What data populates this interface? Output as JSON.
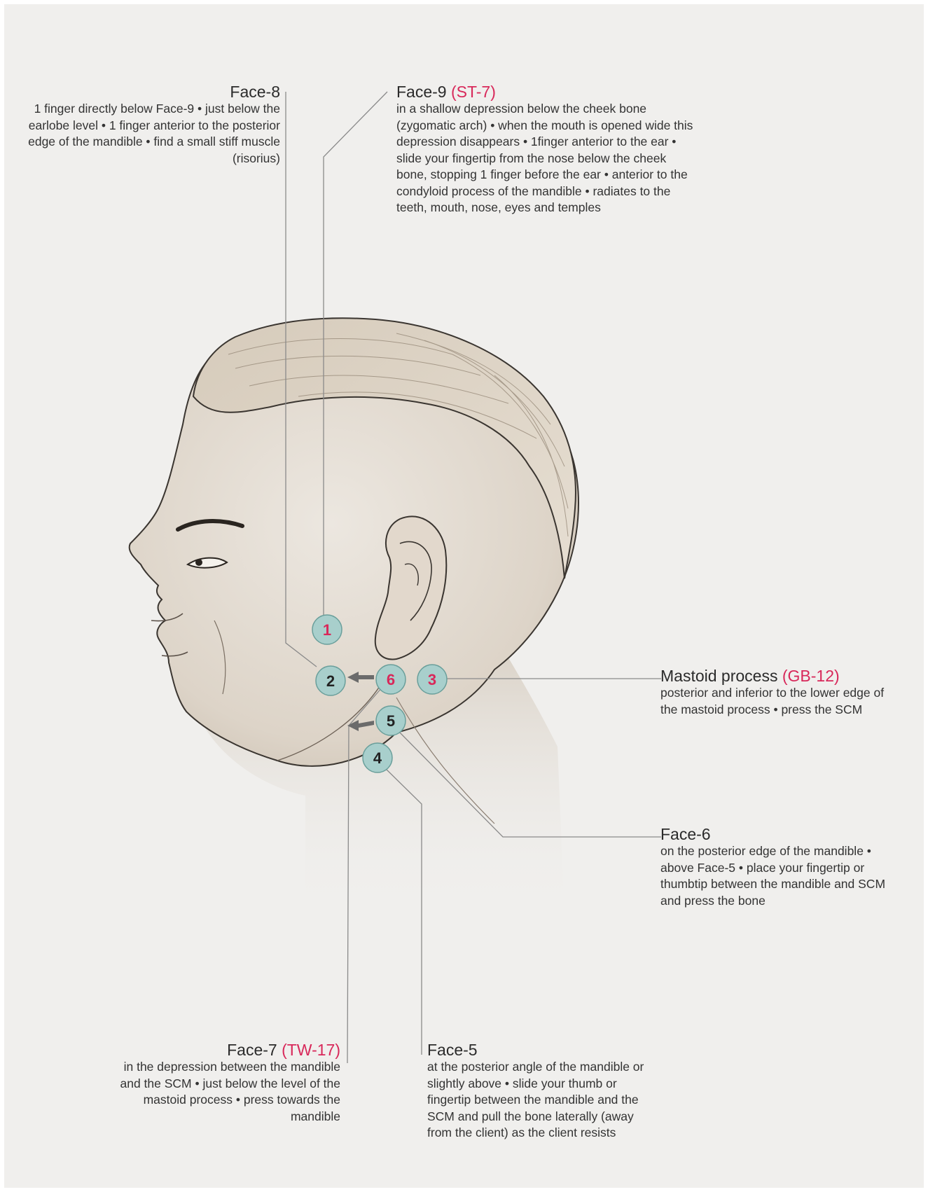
{
  "annotations": {
    "face8": {
      "title": "Face-8",
      "code": "",
      "desc": "1 finger directly below Face-9 • just below the earlobe level • 1 finger anterior to the posterior edge of the mandible • find a small stiff muscle (risorius)"
    },
    "face9": {
      "title": "Face-9",
      "code": "(ST-7)",
      "desc": "in a shallow depression below the cheek bone (zygomatic arch) • when the mouth is opened wide this depression disappears • 1finger anterior to the ear • slide your fingertip from the nose below the cheek bone, stopping 1 finger before the ear • anterior to the condyloid process of the mandible • radiates to the teeth, mouth, nose, eyes and temples"
    },
    "mastoid": {
      "title": "Mastoid process",
      "code": "(GB-12)",
      "desc": "posterior and inferior to the lower edge of the mastoid process • press the SCM"
    },
    "face6": {
      "title": "Face-6",
      "code": "",
      "desc": "on the posterior edge of the mandible • above Face-5 • place your fingertip or thumbtip between the mandible and SCM and press the bone"
    },
    "face7": {
      "title": "Face-7",
      "code": "(TW-17)",
      "desc": "in the depression between the mandible and the SCM • just below the level of the mastoid process • press towards the mandible"
    },
    "face5": {
      "title": "Face-5",
      "code": "",
      "desc": "at the posterior angle of the mandible or slightly above • slide your thumb or fingertip between the mandible and the SCM and pull the bone laterally (away from the client) as the client resists"
    }
  },
  "markers": [
    {
      "label": "1",
      "highlight": true
    },
    {
      "label": "2",
      "highlight": false
    },
    {
      "label": "6",
      "highlight": true
    },
    {
      "label": "3",
      "highlight": true
    },
    {
      "label": "5",
      "highlight": false
    },
    {
      "label": "4",
      "highlight": false
    }
  ],
  "colors": {
    "background": "#f0efed",
    "marker_fill": "#a8cfcc",
    "marker_stroke": "#6a9f9b",
    "highlight_text": "#d8285a",
    "normal_text": "#222222",
    "leader_line": "#8a8a8a"
  }
}
